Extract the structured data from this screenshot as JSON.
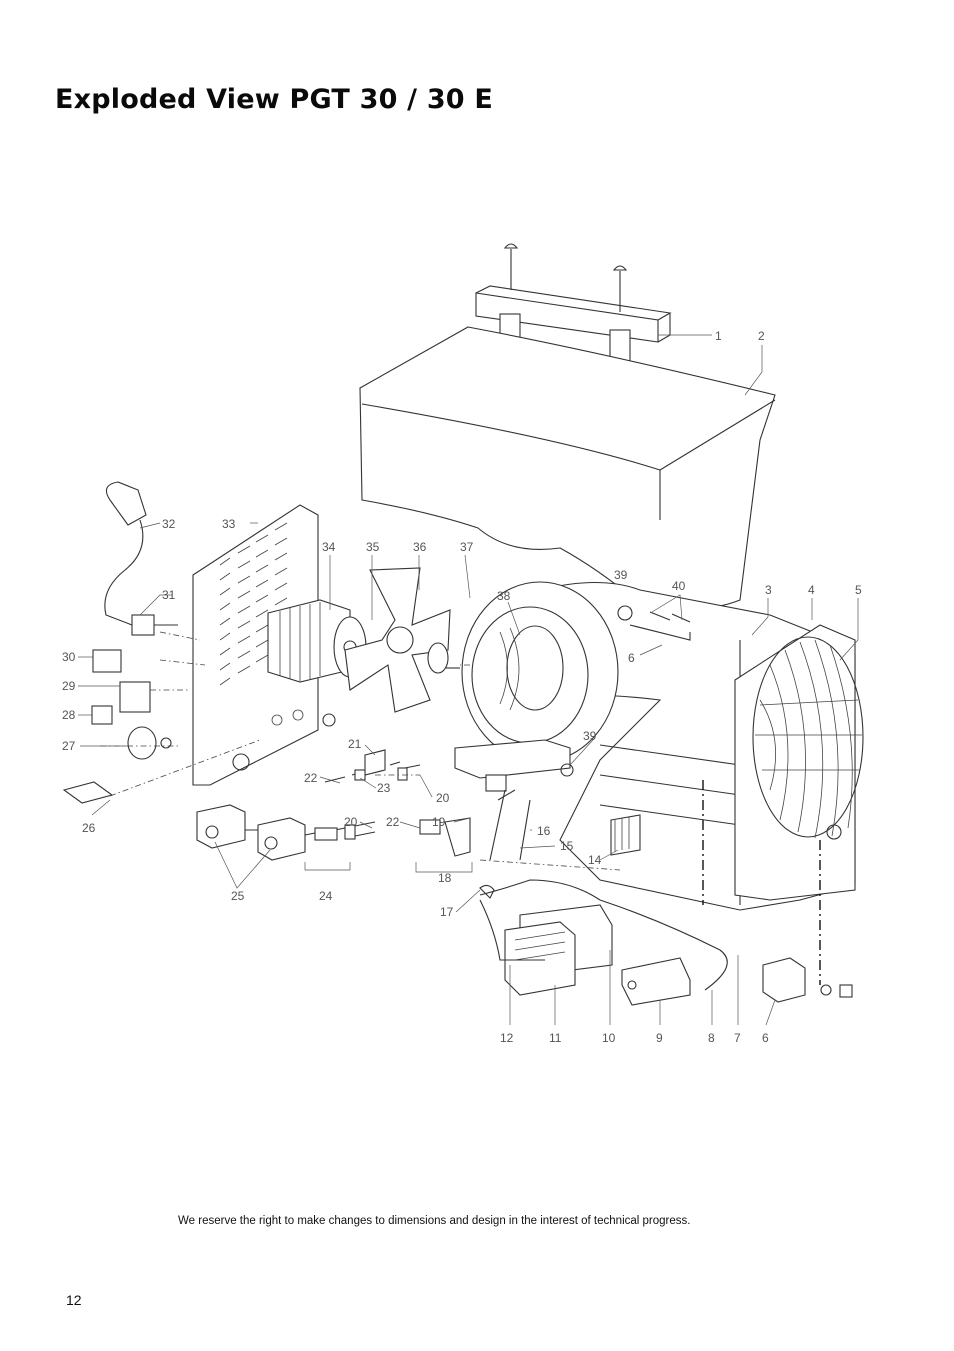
{
  "title": "Exploded View PGT 30 / 30 E",
  "diagram": {
    "part_labels": [
      "1",
      "2",
      "3",
      "4",
      "5",
      "6",
      "6",
      "7",
      "8",
      "9",
      "10",
      "11",
      "12",
      "14",
      "15",
      "16",
      "17",
      "18",
      "19",
      "20",
      "20",
      "21",
      "22",
      "22",
      "23",
      "24",
      "25",
      "26",
      "27",
      "28",
      "29",
      "30",
      "31",
      "32",
      "33",
      "34",
      "35",
      "36",
      "37",
      "38",
      "39",
      "39",
      "40"
    ]
  },
  "footer_note": "We reserve the right to make changes to dimensions and design in the interest of technical progress.",
  "page_number": "12"
}
